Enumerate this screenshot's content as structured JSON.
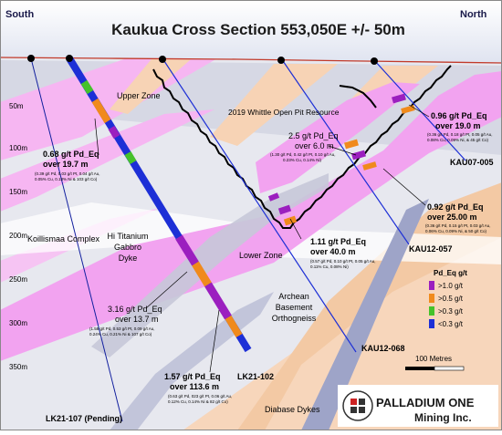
{
  "title": "Kaukua Cross Section 553,050E +/- 50m",
  "compass": {
    "left": "South",
    "right": "North"
  },
  "depth_labels": [
    "50m",
    "100m",
    "150m",
    "200m",
    "250m",
    "300m",
    "350m"
  ],
  "units": {
    "upper_zone": "Upper Zone",
    "lower_zone": "Lower Zone",
    "koillismaa": "Koillismaa Complex",
    "hi_titanium": [
      "Hi Titanium",
      "Gabbro",
      "Dyke"
    ],
    "archean": [
      "Archean",
      "Basement",
      "Orthogneiss"
    ],
    "diabase": "Diabase Dykes",
    "resource": "2019 Whittle Open Pit Resource"
  },
  "holes": {
    "lk21_107": "LK21-107 (Pending)",
    "lk21_102": "LK21-102",
    "kau12_068": "KAU12-068",
    "kau12_057": "KAU12-057",
    "kau07_005": "KAU07-005"
  },
  "intercepts": {
    "i1": {
      "l1": "0.68 g/t Pd_Eq",
      "l2": "over 19.7 m",
      "l3": "(0.39 g/t Pd, 0.03 g/t Pt, 0.04 g/t Au,",
      "l4": "0.05% Cu, 0.13% Ni & 103 g/t Co)"
    },
    "i2": {
      "l1": "2.5 g/t Pd_Eq",
      "l2": "over 6.0 m",
      "l3": "(1.30 g/t Pd, 0.42 g/t Pt, 0.10 g/t Au,",
      "l4": "0.23% Cu, 0.14% Ni)"
    },
    "i3": {
      "l1": "0.96 g/t Pd_Eq",
      "l2": "over 19.0 m",
      "l3": "(0.36 g/t Pd, 0.18 g/t Pt, 0.05 g/t Au,",
      "l4": "0.08% Cu, 0.09% Ni, & 45 g/t Co)"
    },
    "i4": {
      "l1": "0.92 g/t Pd_Eq",
      "l2": "over 25.00 m",
      "l3": "(0.36 g/t Pd, 0.15 g/t Pt, 0.03 g/t Au,",
      "l4": "0.06% Cu, 0.09% Ni, & 50 g/t Co)"
    },
    "i5": {
      "l1": "1.11 g/t Pd_Eq",
      "l2": "over 40.0 m",
      "l3": "(0.57 g/t Pd, 0.10 g/t Pt, 0.05 g/t Au,",
      "l4": "0.11% Cu, 0.08% Ni)"
    },
    "i6": {
      "l1": "3.16 g/t Pd_Eq",
      "l2": "over 13.7 m",
      "l3": "(1.58 g/t Pd, 0.53 g/t Pt, 0.09 g/t Au,",
      "l4": "0.24% Cu, 0.21% Ni & 107 g/t Co)"
    },
    "i7": {
      "l1": "1.57 g/t Pd_Eq",
      "l2": "over 113.6 m",
      "l3": "(0.63 g/t Pd, 023 g/t Pt, 0.06 g/t Au,",
      "l4": "0.12% Cu, 0.14% Ni & 82 g/t Co)"
    }
  },
  "legend": {
    "title": "Pd_Eq g/t",
    "items": [
      {
        "label": ">1.0 g/t",
        "color": "#9b1fbf"
      },
      {
        "label": ">0.5 g/t",
        "color": "#f08a1c"
      },
      {
        "label": ">0.3 g/t",
        "color": "#45c22a"
      },
      {
        "label": "<0.3 g/t",
        "color": "#1d2fd6"
      }
    ]
  },
  "scale_bar": "100 Metres",
  "logo": {
    "line1": "PALLADIUM ONE",
    "line2": "Mining Inc."
  },
  "colors": {
    "magenta": "#f2a3f0",
    "peach": "#f6cfae",
    "grey": "#d9d9e4",
    "hole": "#1d2fd6",
    "pit": "#000000"
  }
}
